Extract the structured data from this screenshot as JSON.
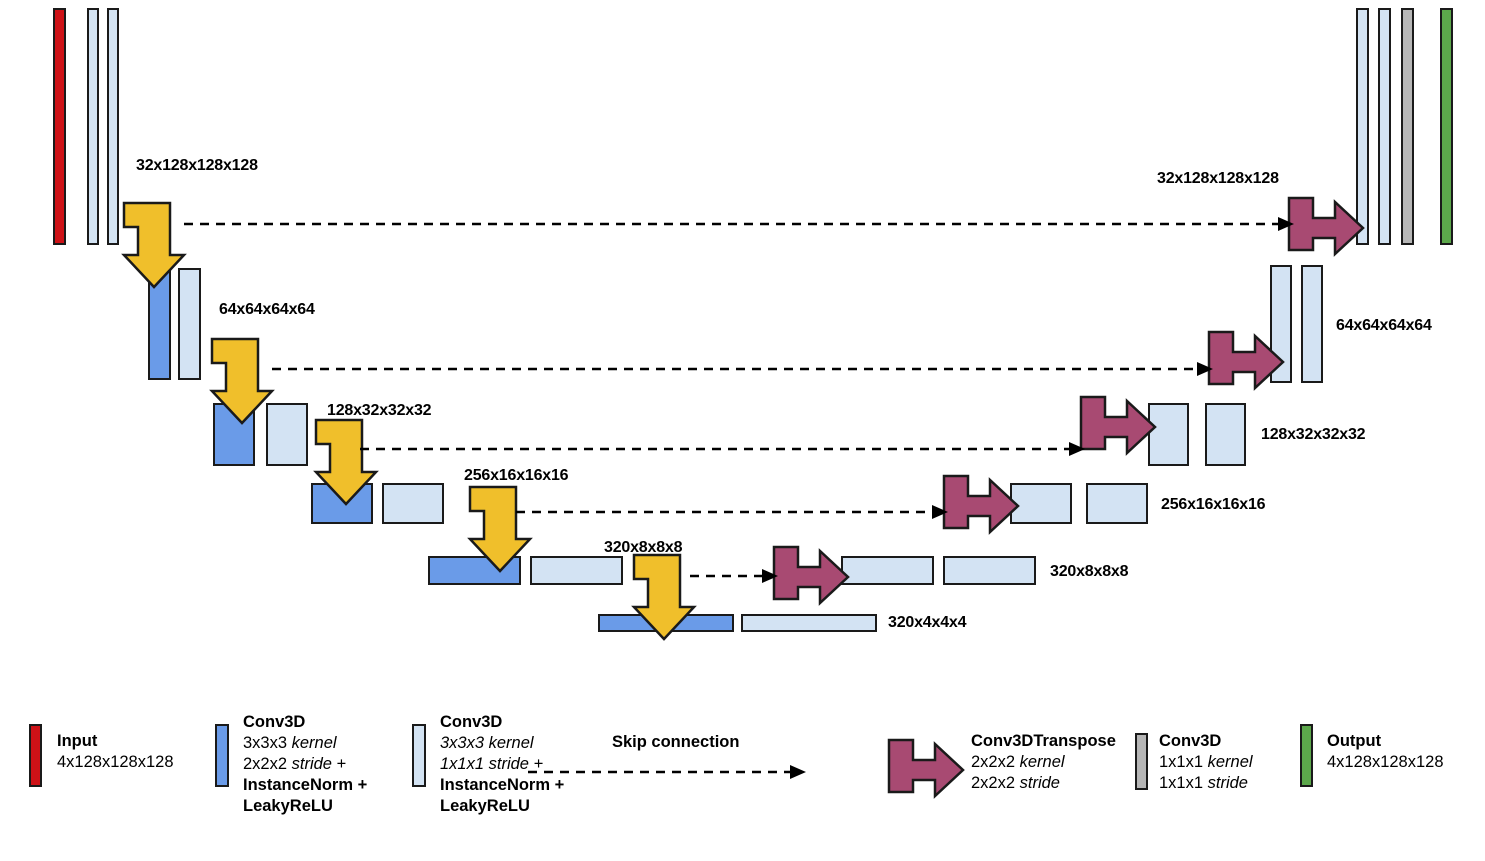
{
  "diagram": {
    "title": "3D U-Net architecture",
    "colors": {
      "input": "#CE1217",
      "conv_strided": "#6A9BE8",
      "conv_same": "#D3E3F3",
      "transpose": "#A84A72",
      "downsample_arrow": "#F0BF2B",
      "final_conv": "#B6B6B6",
      "output": "#5CA84B",
      "outline": "#1a1a1a"
    },
    "encoder_labels": [
      "32x128x128x128",
      "64x64x64x64",
      "128x32x32x32",
      "256x16x16x16",
      "320x8x8x8",
      "320x4x4x4"
    ],
    "decoder_labels": [
      "32x128x128x128",
      "64x64x64x64",
      "128x32x32x32",
      "256x16x16x16",
      "320x8x8x8"
    ]
  },
  "legend": {
    "items": [
      {
        "key": "input",
        "swatch": "input-swatch",
        "lines": [
          {
            "text": "Input",
            "style": "bold"
          },
          {
            "text": "4x128x128x128",
            "style": "regular"
          }
        ]
      },
      {
        "key": "conv3d-strided",
        "swatch": "conv3d-strided-swatch",
        "lines": [
          {
            "text": "Conv3D",
            "style": "bold"
          },
          {
            "text": "3x3x3 kernel",
            "style": "mixed-kernel"
          },
          {
            "text": "2x2x2 stride +",
            "style": "mixed-stride"
          },
          {
            "text": "InstanceNorm +",
            "style": "bold"
          },
          {
            "text": "LeakyReLU",
            "style": "bold"
          }
        ],
        "kernel_prefix": "3x3x3 ",
        "kernel_word": "kernel",
        "stride_prefix": "2x2x2 ",
        "stride_word": "stride",
        "stride_suffix": " +"
      },
      {
        "key": "conv3d-same",
        "swatch": "conv3d-same-swatch",
        "lines": [
          {
            "text": "Conv3D",
            "style": "bold"
          },
          {
            "text": "3x3x3 kernel",
            "style": "italic"
          },
          {
            "text": "1x1x1 stride +",
            "style": "italic"
          },
          {
            "text": "InstanceNorm +",
            "style": "bold"
          },
          {
            "text": "LeakyReLU",
            "style": "bold"
          }
        ],
        "kernel_line": "3x3x3 kernel",
        "stride_line": "1x1x1 stride +"
      },
      {
        "key": "skip-connection",
        "swatch": "skip-arrow",
        "lines": [
          {
            "text": "Skip connection",
            "style": "bold"
          }
        ]
      },
      {
        "key": "conv3d-transpose",
        "swatch": "transpose-arrow",
        "lines": [
          {
            "text": "Conv3DTranspose",
            "style": "bold"
          },
          {
            "text": "2x2x2 kernel",
            "style": "mixed-kernel"
          },
          {
            "text": "2x2x2 stride",
            "style": "mixed-stride"
          }
        ],
        "kernel_prefix": "2x2x2 ",
        "kernel_word": "kernel",
        "stride_prefix": "2x2x2 ",
        "stride_word": "stride"
      },
      {
        "key": "conv3d-final",
        "swatch": "conv3d-final-swatch",
        "lines": [
          {
            "text": "Conv3D",
            "style": "bold"
          },
          {
            "text": "1x1x1 kernel",
            "style": "mixed-kernel"
          },
          {
            "text": "1x1x1 stride",
            "style": "mixed-stride"
          }
        ],
        "kernel_prefix": "1x1x1 ",
        "kernel_word": "kernel",
        "stride_prefix": "1x1x1 ",
        "stride_word": "stride"
      },
      {
        "key": "output",
        "swatch": "output-swatch",
        "lines": [
          {
            "text": "Output",
            "style": "bold"
          },
          {
            "text": "4x128x128x128",
            "style": "regular"
          }
        ]
      }
    ],
    "input": {
      "title": "Input",
      "dims": "4x128x128x128"
    },
    "conv_strided": {
      "title": "Conv3D",
      "kernel_prefix": "3x3x3 ",
      "kernel_word": "kernel",
      "stride_prefix": "2x2x2 ",
      "stride_word": "stride",
      "stride_suffix": " +",
      "norm": "InstanceNorm +",
      "act": "LeakyReLU"
    },
    "conv_same": {
      "title": "Conv3D",
      "kernel_line": "3x3x3 kernel",
      "stride_line": "1x1x1 stride +",
      "norm": "InstanceNorm +",
      "act": "LeakyReLU"
    },
    "skip": {
      "title": "Skip connection"
    },
    "transpose": {
      "title": "Conv3DTranspose",
      "kernel_prefix": "2x2x2 ",
      "kernel_word": "kernel",
      "stride_prefix": "2x2x2 ",
      "stride_word": "stride"
    },
    "conv_final": {
      "title": "Conv3D",
      "kernel_prefix": "1x1x1 ",
      "kernel_word": "kernel",
      "stride_prefix": "1x1x1 ",
      "stride_word": "stride"
    },
    "output": {
      "title": "Output",
      "dims": "4x128x128x128"
    }
  }
}
